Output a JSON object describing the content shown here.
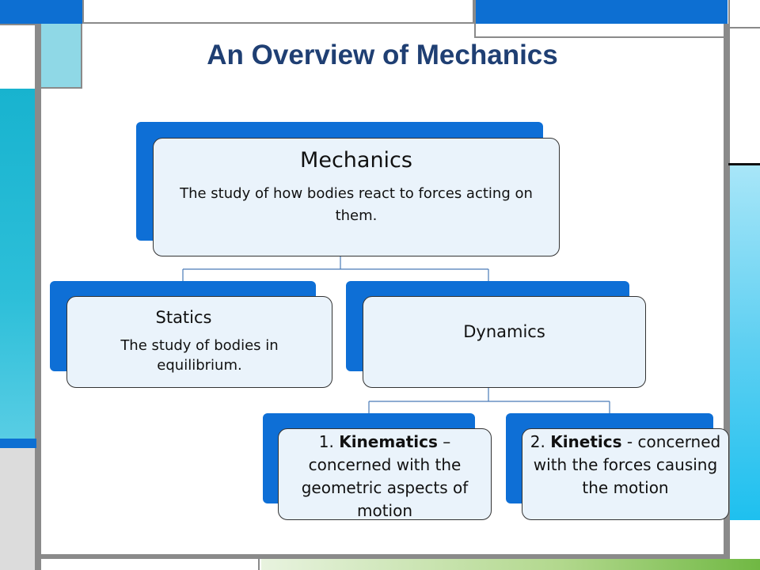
{
  "title": "An Overview of Mechanics",
  "colors": {
    "title": "#1f3f73",
    "node_back": "#0e6fd6",
    "node_fill": "#eaf3fb",
    "accent_teal": "#18b3cf",
    "accent_blue": "#0d6fd2",
    "accent_green": "#70b843"
  },
  "diagram": {
    "root": {
      "heading": "Mechanics",
      "description": "The study of how bodies react to forces acting on them."
    },
    "statics": {
      "heading": "Statics",
      "description": "The study of bodies in equilibrium."
    },
    "dynamics": {
      "heading": "Dynamics"
    },
    "kinematics": {
      "number": "1.",
      "term": "Kinematics",
      "description": "– concerned with the geometric aspects of motion"
    },
    "kinetics": {
      "number": "2.",
      "term": "Kinetics",
      "description": "- concerned with the forces causing the motion"
    }
  }
}
